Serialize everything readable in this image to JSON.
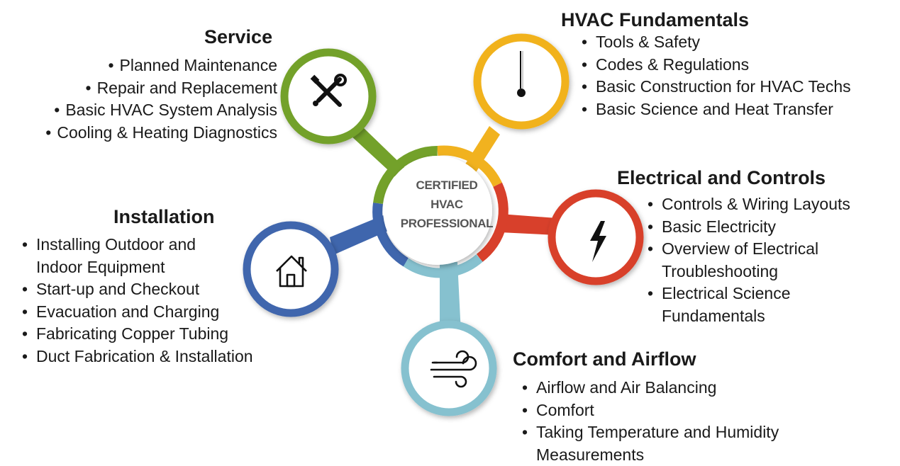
{
  "center": {
    "lines": [
      "CERTIFIED",
      "HVAC",
      "PROFESSIONAL"
    ]
  },
  "colors": {
    "service": "#73a12a",
    "fundamentals": "#f1b21f",
    "electrical": "#d8402b",
    "airflow": "#86c1cf",
    "installation": "#3f66ad"
  },
  "nodes": {
    "service": {
      "heading": "Service",
      "icon": "tools-icon",
      "items": [
        "Planned Maintenance",
        "Repair and Replacement",
        "Basic HVAC System Analysis",
        "Cooling & Heating Diagnostics"
      ]
    },
    "fundamentals": {
      "heading": "HVAC Fundamentals",
      "icon": "thermometer-icon",
      "items": [
        "Tools & Safety",
        "Codes & Regulations",
        "Basic Construction for HVAC Techs",
        "Basic Science and Heat Transfer"
      ]
    },
    "electrical": {
      "heading": "Electrical and Controls",
      "icon": "lightning-icon",
      "items": [
        "Controls & Wiring Layouts",
        "Basic Electricity",
        "Overview of Electrical Troubleshooting",
        "Electrical Science Fundamentals"
      ]
    },
    "airflow": {
      "heading": "Comfort and Airflow",
      "icon": "wind-icon",
      "items": [
        "Airflow and Air Balancing",
        "Comfort",
        "Taking Temperature and Humidity Measurements"
      ]
    },
    "installation": {
      "heading": "Installation",
      "icon": "house-icon",
      "items": [
        "Installing Outdoor and Indoor Equipment",
        "Start-up and Checkout",
        "Evacuation and Charging",
        "Fabricating Copper Tubing",
        "Duct Fabrication & Installation"
      ]
    }
  }
}
